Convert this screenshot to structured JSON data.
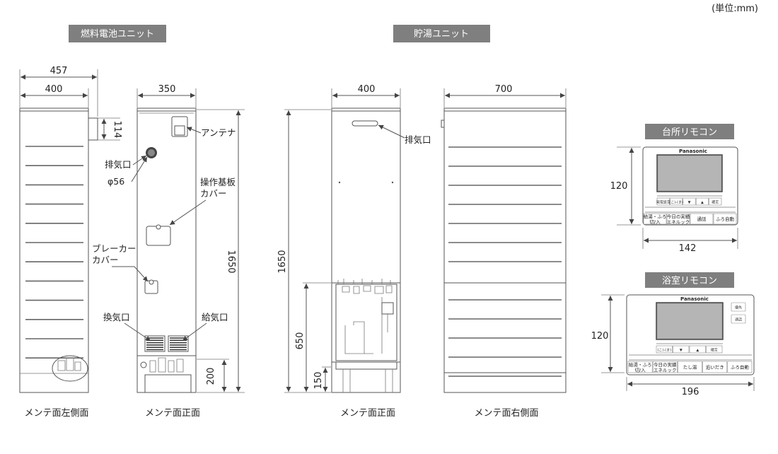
{
  "unit_note": "(単位:mm)",
  "sections": {
    "fuel_cell": "燃料電池ユニット",
    "hot_water": "貯湯ユニット",
    "kitchen_remote": "台所リモコン",
    "bath_remote": "浴室リモコン"
  },
  "views": {
    "fc_left": "メンテ面左側面",
    "fc_front": "メンテ面正面",
    "hw_front": "メンテ面正面",
    "hw_right": "メンテ面右側面"
  },
  "dimensions": {
    "fc_total_depth": "457",
    "fc_body_depth": "400",
    "fc_exhaust_height": "114",
    "fc_width": "350",
    "fc_height": "1650",
    "fc_base_height": "200",
    "hw_width": "400",
    "hw_height": "1650",
    "hw_lower_height": "650",
    "hw_base_height": "150",
    "hw_depth": "700",
    "kitchen_height": "120",
    "kitchen_width": "142",
    "bath_height": "120",
    "bath_width": "196"
  },
  "labels": {
    "antenna": "アンテナ",
    "exhaust_port": "排気口",
    "diameter": "φ56",
    "control_board_cover_line1": "操作基板",
    "control_board_cover_line2": "カバー",
    "breaker_cover_line1": "ブレーカー",
    "breaker_cover_line2": "カバー",
    "ventilation_port": "換気口",
    "intake_port": "給気口",
    "hw_exhaust_port": "排気口"
  },
  "kitchen_remote_panel": {
    "brand": "Panasonic",
    "buttons": [
      "給湯・ふろ\n切/入",
      "今日の実績\nエネルック",
      "通話",
      "ふろ自動"
    ],
    "small_buttons": [
      "発電設定",
      "(こ)-(き)",
      "▼",
      "▲",
      "確定"
    ]
  },
  "bath_remote_panel": {
    "brand": "Panasonic",
    "side_buttons": [
      "優先",
      "通話"
    ],
    "buttons": [
      "給湯・ふろ\n切/入",
      "今日の実績\nエネルック",
      "たし湯",
      "追いだき",
      "ふろ自動"
    ],
    "small_buttons": [
      "(こ)-(き)",
      "▼",
      "▲",
      "確定"
    ]
  }
}
